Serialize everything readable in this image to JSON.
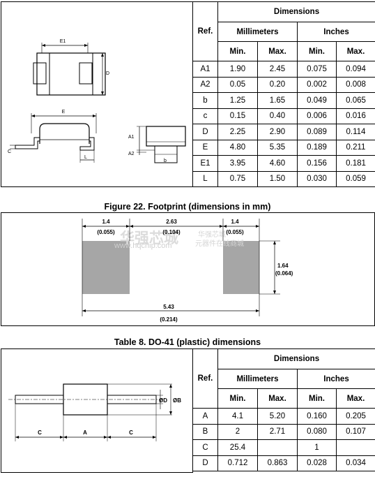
{
  "table_top": {
    "hdr_ref": "Ref.",
    "hdr_dimensions": "Dimensions",
    "hdr_mm": "Millimeters",
    "hdr_in": "Inches",
    "hdr_min": "Min.",
    "hdr_max": "Max.",
    "rows": [
      {
        "ref": "A1",
        "mm_min": "1.90",
        "mm_max": "2.45",
        "in_min": "0.075",
        "in_max": "0.094"
      },
      {
        "ref": "A2",
        "mm_min": "0.05",
        "mm_max": "0.20",
        "in_min": "0.002",
        "in_max": "0.008"
      },
      {
        "ref": "b",
        "mm_min": "1.25",
        "mm_max": "1.65",
        "in_min": "0.049",
        "in_max": "0.065"
      },
      {
        "ref": "c",
        "mm_min": "0.15",
        "mm_max": "0.40",
        "in_min": "0.006",
        "in_max": "0.016"
      },
      {
        "ref": "D",
        "mm_min": "2.25",
        "mm_max": "2.90",
        "in_min": "0.089",
        "in_max": "0.114"
      },
      {
        "ref": "E",
        "mm_min": "4.80",
        "mm_max": "5.35",
        "in_min": "0.189",
        "in_max": "0.211"
      },
      {
        "ref": "E1",
        "mm_min": "3.95",
        "mm_max": "4.60",
        "in_min": "0.156",
        "in_max": "0.181"
      },
      {
        "ref": "L",
        "mm_min": "0.75",
        "mm_max": "1.50",
        "in_min": "0.030",
        "in_max": "0.059"
      }
    ]
  },
  "package_drawing": {
    "label_e1": "E1",
    "label_d": "D",
    "label_e": "E",
    "label_a1": "A1",
    "label_a2": "A2",
    "label_b": "b",
    "label_c": "C",
    "label_l": "L"
  },
  "footprint": {
    "caption": "Figure 22. Footprint (dimensions in mm)",
    "pad_w_mm": "1.4",
    "pad_w_in": "(0.055)",
    "gap_mm": "2.63",
    "gap_in": "(0.104)",
    "pad_w2_mm": "1.4",
    "pad_w2_in": "(0.055)",
    "height_mm": "1.64",
    "height_in": "(0.064)",
    "total_mm": "5.43",
    "total_in": "(0.214)",
    "watermark_1": "华强芯城",
    "watermark_2": "www.hqchip.com",
    "watermark_3": "华强芯城",
    "watermark_4": "元器件在线商城"
  },
  "do41": {
    "caption": "Table 8. DO-41 (plastic) dimensions",
    "label_c_left": "C",
    "label_a": "A",
    "label_c_right": "C",
    "label_od": "ØD",
    "label_ob": "ØB"
  },
  "table_bottom": {
    "hdr_ref": "Ref.",
    "hdr_dimensions": "Dimensions",
    "hdr_mm": "Millimeters",
    "hdr_in": "Inches",
    "hdr_min": "Min.",
    "hdr_max": "Max.",
    "rows": [
      {
        "ref": "A",
        "mm_min": "4.1",
        "mm_max": "5.20",
        "in_min": "0.160",
        "in_max": "0.205"
      },
      {
        "ref": "B",
        "mm_min": "2",
        "mm_max": "2.71",
        "in_min": "0.080",
        "in_max": "0.107"
      },
      {
        "ref": "C",
        "mm_min": "25.4",
        "mm_max": "",
        "in_min": "1",
        "in_max": ""
      },
      {
        "ref": "D",
        "mm_min": "0.712",
        "mm_max": "0.863",
        "in_min": "0.028",
        "in_max": "0.034"
      }
    ]
  }
}
